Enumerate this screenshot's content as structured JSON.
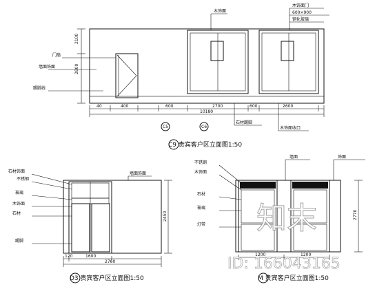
{
  "titles": {
    "c9": "C9 贵宾客户区立面图1:50",
    "d3": "D3 贵宾客户区立面图1:50",
    "m": "M 贵宾客户区立面图1:50"
  },
  "c9_labels": {
    "door": "门扇",
    "wall": "墙面饰面",
    "skirting": "踢脚线",
    "panel_a": "木饰面",
    "panel_b": "木饰面门",
    "size": "600×900",
    "glass": "钢化玻璃",
    "bottom_a": "石材踢脚",
    "bottom_b": "木饰面收口"
  },
  "c9_dims": {
    "d1": "400",
    "d2": "600",
    "d3": "2700",
    "d4": "600",
    "d5": "2600",
    "total": "10180",
    "h1": "2100",
    "h2": "2800",
    "left": "40"
  },
  "d3_labels": {
    "l1": "石材饰面",
    "l2": "不锈钢",
    "l3": "玻璃",
    "l4": "木饰面",
    "l5": "石材",
    "l6": "墙面饰面",
    "l7": "踢脚"
  },
  "d3_dims": {
    "w1": "1600",
    "w2": "120",
    "total": "2760",
    "h": "2450"
  },
  "m_labels": {
    "l1": "不锈钢",
    "l2": "木饰面",
    "l3": "石材",
    "l4": "玻璃",
    "l5": "灯带",
    "l6": "墙面",
    "l7": "饰面"
  },
  "m_dims": {
    "w1": "1200",
    "w2": "1200",
    "h": "2770"
  },
  "bubbles": {
    "b1": "C5",
    "b2": "C6",
    "b3": "D",
    "b4": "M"
  },
  "watermark": {
    "logo": "知末",
    "id": "ID: 166043165"
  }
}
